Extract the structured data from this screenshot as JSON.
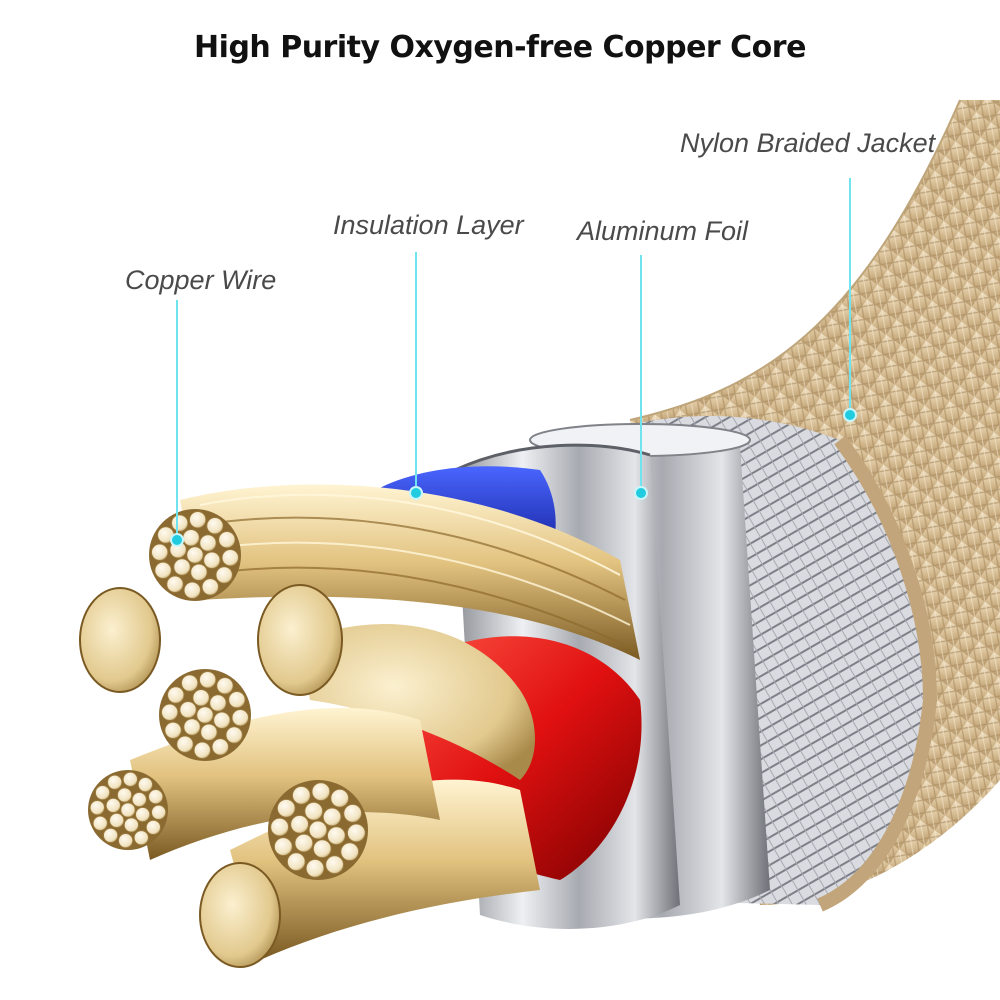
{
  "title": "High Purity Oxygen-free Copper Core",
  "labels": {
    "nylon": "Nylon Braided Jacket",
    "insulation": "Insulation Layer",
    "foil": "Aluminum Foil",
    "copper": "Copper Wire"
  },
  "colors": {
    "leader": "#22cce0",
    "jacket": "#d8bf96",
    "copper": "#e3c98a",
    "insulation_blue": "#1a2fc4",
    "insulation_red": "#e01010",
    "foil": "#b9bcc2"
  }
}
